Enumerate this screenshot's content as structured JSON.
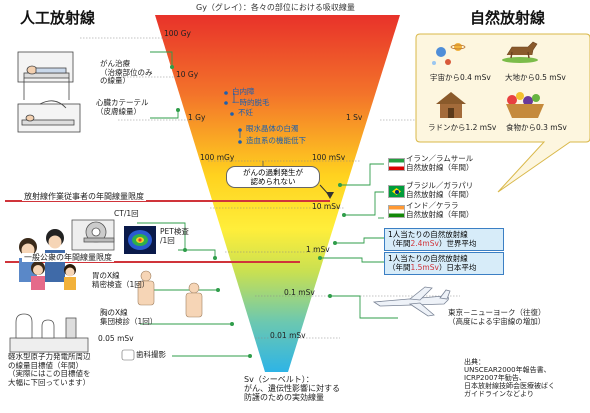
{
  "headers": {
    "left": "人工放射線",
    "right": "自然放射線",
    "top_unit": "Gy（グレイ）：各々の部位における吸収線量"
  },
  "dose_levels": {
    "gy_100": "100 Gy",
    "gy_10": "10 Gy",
    "gy_1": "1 Gy",
    "sv_1": "1 Sv",
    "mgy_100": "100 mGy",
    "msv_100": "100 mSv",
    "msv_10": "10 mSv",
    "msv_1": "1 mSv",
    "msv_01": "0.1 mSv",
    "msv_001": "0.01 mSv",
    "msv_005": "0.05 mSv"
  },
  "bottom_note": {
    "line1": "Sv（シーベルト）：",
    "line2": "がん、遺伝性影響に対する",
    "line3": "防護のための実効線量"
  },
  "effects": {
    "cataract": "白内障",
    "hair_loss": "一時的脱毛",
    "infertility": "不妊",
    "lens_opacity": "眼水晶体の白濁",
    "blood": "造血系の機能低下",
    "cancer_line1": "がんの過剰発生が",
    "cancer_line2": "認められない"
  },
  "artificial": {
    "cancer_therapy_line1": "がん治療",
    "cancer_therapy_line2": "（治療部位のみ",
    "cancer_therapy_line3": "の線量）",
    "catheter_line1": "心臓カテーテル",
    "catheter_line2": "（皮膚線量）",
    "worker_limit": "放射線作業従事者の年間線量限度",
    "ct": "CT/1回",
    "pet_line1": "PET検査",
    "pet_line2": "/1回",
    "public_limit": "一般公衆の年間線量限度",
    "stomach_line1": "胃のX線",
    "stomach_line2": "精密検査（1回）",
    "chest_line1": "胸のX線",
    "chest_line2": "集団検診（1回）",
    "dental": "歯科撮影",
    "reactor_line1": "軽水型原子力発電所周辺",
    "reactor_line2": "の線量目標値（年間）",
    "reactor_line3": "（実際にはこの目標値を",
    "reactor_line4": "大幅に下回っています）"
  },
  "natural": {
    "space": "宇宙から0.4 mSv",
    "earth": "大地から0.5 mSv",
    "radon": "ラドンから1.2 mSv",
    "food": "食物から0.3 mSv",
    "iran_line1": "イラン／ラムサール",
    "iran_line2": "自然放射線（年間）",
    "brazil_line1": "ブラジル／ガラパリ",
    "brazil_line2": "自然放射線（年間）",
    "india_line1": "インド／ケララ",
    "india_line2": "自然放射線（年間）",
    "world_line1": "1人当たりの自然放射線",
    "world_line2_pre": "（年間",
    "world_line2_hl": "2.4mSv",
    "world_line2_post": "）世界平均",
    "japan_line1": "1人当たりの自然放射線",
    "japan_line2_pre": "（年間",
    "japan_line2_hl": "1.5mSv",
    "japan_line2_post": "）日本平均",
    "flight_line1": "東京－ニューヨーク（往復）",
    "flight_line2": "（高度による宇宙線の増加）"
  },
  "source": {
    "line1": "出典：",
    "line2": "UNSCEAR2000年報告書、",
    "line3": "ICRP2007年勧告、",
    "line4": "日本放射線技師会医療被ばく",
    "line5": "ガイドラインなどより"
  },
  "colors": {
    "funnel_top": "#e8322a",
    "funnel_mid": "#ffe61a",
    "funnel_bottom": "#2eb4e6",
    "accent_red": "#d0343a",
    "connector_green": "#2f9d4a"
  }
}
